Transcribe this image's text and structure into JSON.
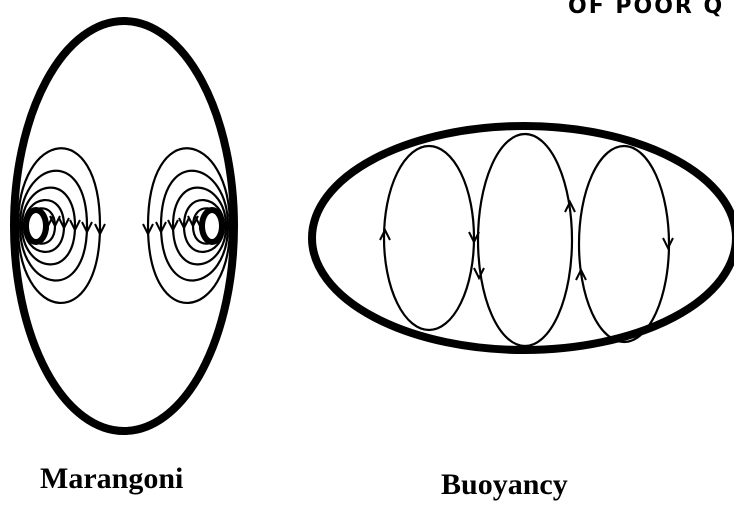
{
  "header": {
    "text": "OF POOR Q"
  },
  "figures": [
    {
      "caption": "Marangoni"
    },
    {
      "caption": "Buoyancy"
    }
  ],
  "colors": {
    "stroke": "#000000",
    "background": "#ffffff"
  }
}
